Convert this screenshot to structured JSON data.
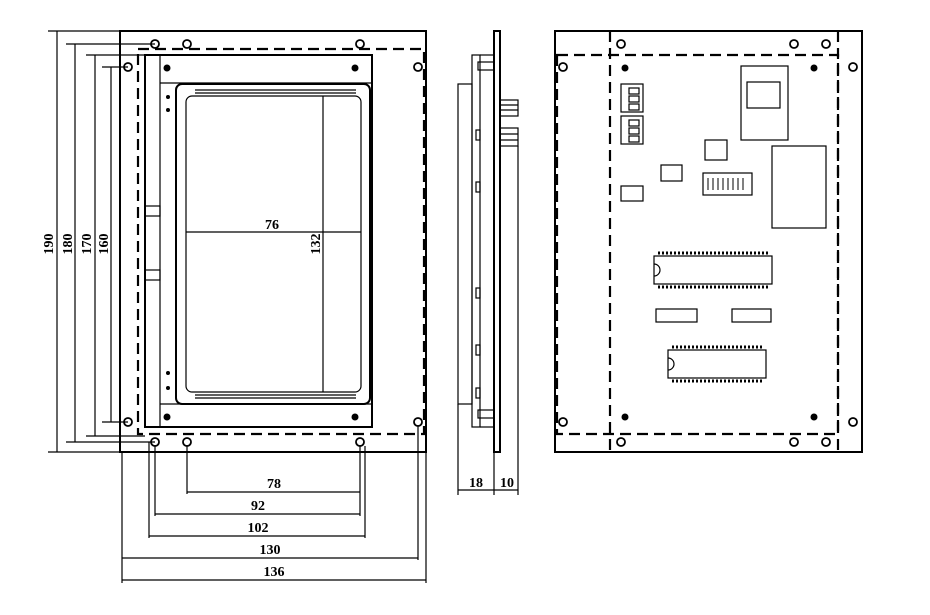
{
  "drawing": {
    "front_view": {
      "vertical_dimensions": [
        "190",
        "180",
        "170",
        "160"
      ],
      "inner_dimensions": {
        "width": "76",
        "height": "132"
      },
      "horizontal_dimensions": [
        "78",
        "92",
        "102",
        "130",
        "136"
      ]
    },
    "side_view": {
      "horizontal_dimensions": [
        "18",
        "10"
      ]
    }
  }
}
